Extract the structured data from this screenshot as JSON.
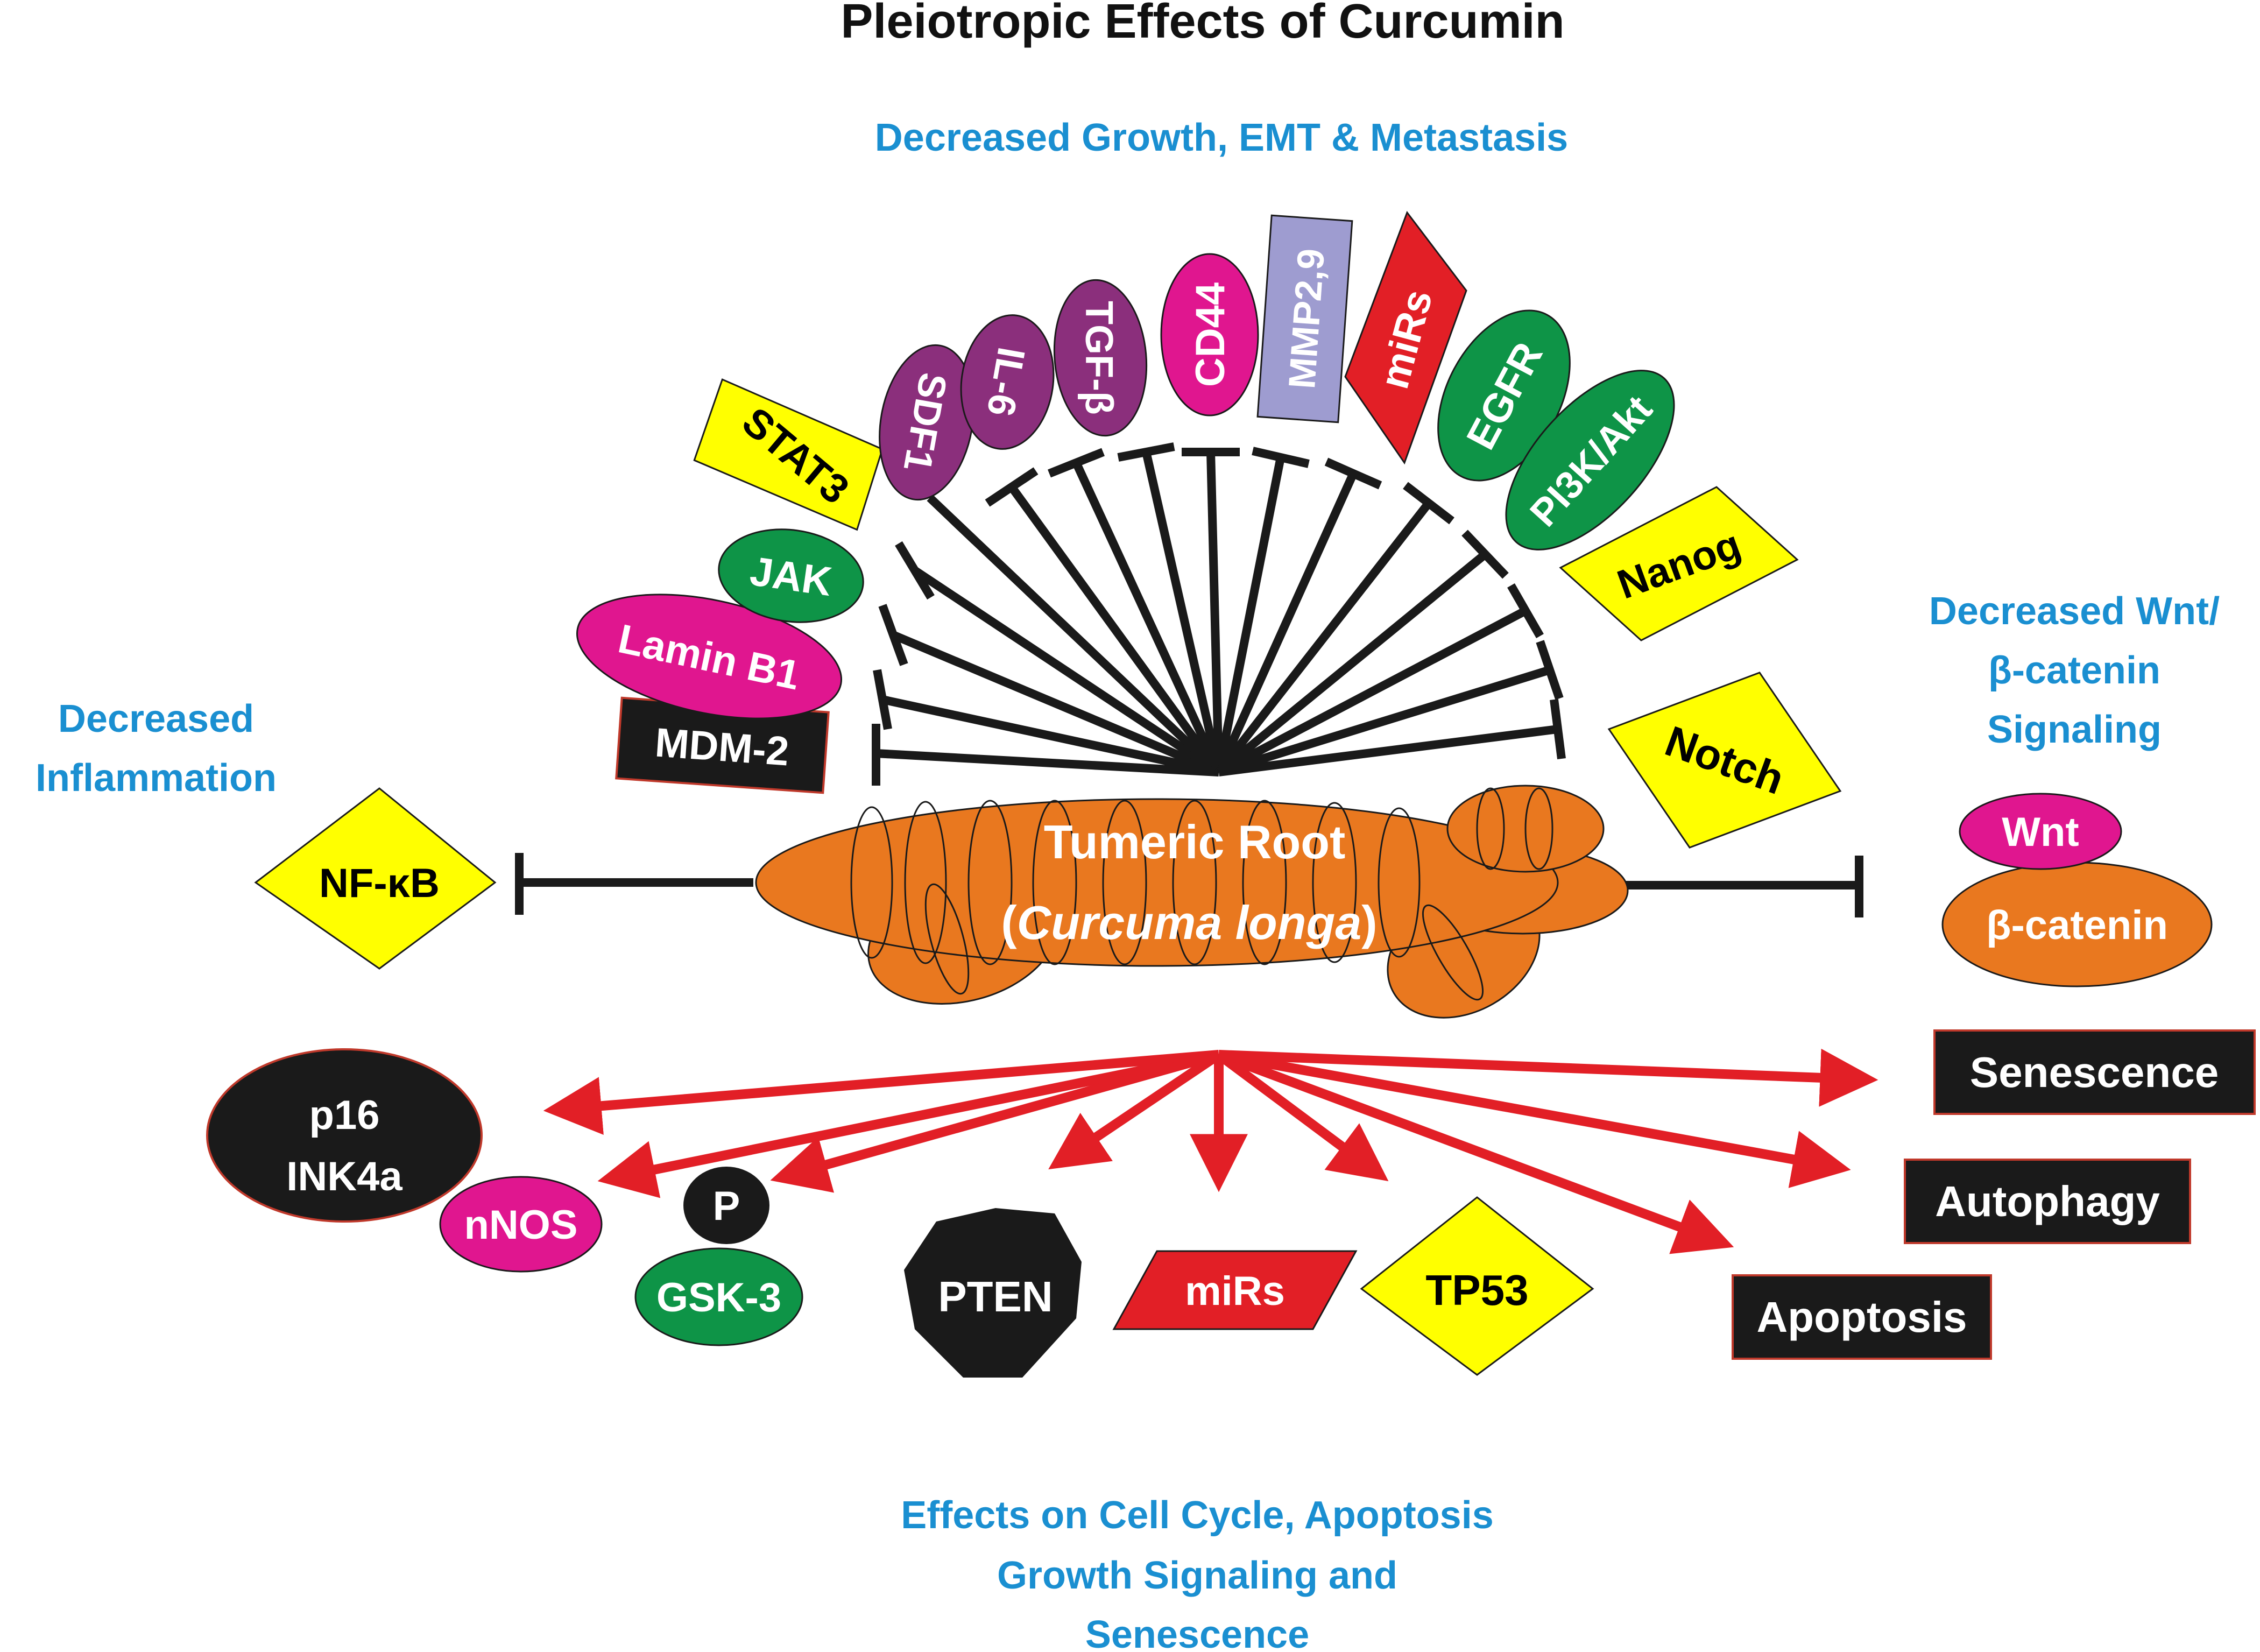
{
  "title": "Pleiotropic Effects of Curcumin",
  "headings": {
    "top": "Decreased Growth, EMT & Metastasis",
    "left_line1": "Decreased",
    "left_line2": "Inflammation",
    "right_line1": "Decreased Wnt/",
    "right_line2": "β-catenin",
    "right_line3": "Signaling",
    "bottom_line1": "Effects on Cell Cycle, Apoptosis",
    "bottom_line2": "Growth Signaling and",
    "bottom_line3": "Senescence"
  },
  "root": {
    "line1": "Tumeric Root",
    "line2_open": "(",
    "line2_italic": "Curcuma longa",
    "line2_close": ")"
  },
  "inhibited_targets": [
    {
      "label": "MDM-2",
      "shape": "rect",
      "fill": "#1a1a1a",
      "text_color": "#ffffff"
    },
    {
      "label": "Lamin B1",
      "shape": "ellipse",
      "fill": "#e0168f",
      "text_color": "#ffffff"
    },
    {
      "label": "JAK",
      "shape": "ellipse",
      "fill": "#0e9447",
      "text_color": "#ffffff"
    },
    {
      "label": "STAT3",
      "shape": "diamond",
      "fill": "#ffff00",
      "text_color": "#000000"
    },
    {
      "label": "SDF1",
      "shape": "ellipse",
      "fill": "#8b2f7c",
      "text_color": "#ffffff"
    },
    {
      "label": "IL-6",
      "shape": "ellipse",
      "fill": "#8b2f7c",
      "text_color": "#ffffff"
    },
    {
      "label": "TGF-β",
      "shape": "ellipse",
      "fill": "#8b2f7c",
      "text_color": "#ffffff"
    },
    {
      "label": "CD44",
      "shape": "ellipse",
      "fill": "#e0168f",
      "text_color": "#ffffff"
    },
    {
      "label": "MMP2,9",
      "shape": "rect",
      "fill": "#9e9cd0",
      "text_color": "#ffffff"
    },
    {
      "label": "miRs",
      "shape": "diamond",
      "fill": "#e21f26",
      "text_color": "#ffffff"
    },
    {
      "label": "EGFR",
      "shape": "ellipse",
      "fill": "#0e9447",
      "text_color": "#ffffff"
    },
    {
      "label": "PI3K/Akt",
      "shape": "ellipse",
      "fill": "#0e9447",
      "text_color": "#ffffff"
    },
    {
      "label": "Nanog",
      "shape": "diamond",
      "fill": "#ffff00",
      "text_color": "#000000"
    },
    {
      "label": "Notch",
      "shape": "diamond",
      "fill": "#ffff00",
      "text_color": "#000000"
    }
  ],
  "inflammation_target": {
    "label": "NF-κB",
    "fill": "#ffff00",
    "text_color": "#000000"
  },
  "wnt_targets": {
    "wnt": "Wnt",
    "beta_catenin": "β-catenin",
    "wnt_fill": "#e0168f",
    "beta_fill": "#e9781f"
  },
  "induced_targets": [
    {
      "label_line1": "p16",
      "label_line2": "INK4a",
      "fill": "#1a1a1a",
      "text_color": "#ffffff"
    },
    {
      "label": "nNOS",
      "fill": "#e0168f",
      "text_color": "#ffffff"
    },
    {
      "label": "P",
      "fill": "#1a1a1a",
      "text_color": "#ffffff"
    },
    {
      "label": "GSK-3",
      "fill": "#0e9447",
      "text_color": "#ffffff"
    },
    {
      "label": "PTEN",
      "fill": "#1a1a1a",
      "text_color": "#ffffff"
    },
    {
      "label": "miRs",
      "fill": "#e21f26",
      "text_color": "#ffffff"
    },
    {
      "label": "TP53",
      "fill": "#ffff00",
      "text_color": "#000000"
    },
    {
      "label": "Senescence",
      "fill": "#1a1a1a",
      "text_color": "#ffffff"
    },
    {
      "label": "Autophagy",
      "fill": "#1a1a1a",
      "text_color": "#ffffff"
    },
    {
      "label": "Apoptosis",
      "fill": "#1a1a1a",
      "text_color": "#ffffff"
    }
  ],
  "colors": {
    "heading_blue": "#1a8fd1",
    "root_orange": "#e9781f",
    "arrow_red": "#e21f26",
    "inhibit_black": "#1a1a1a",
    "outline_red": "#c0392b"
  }
}
